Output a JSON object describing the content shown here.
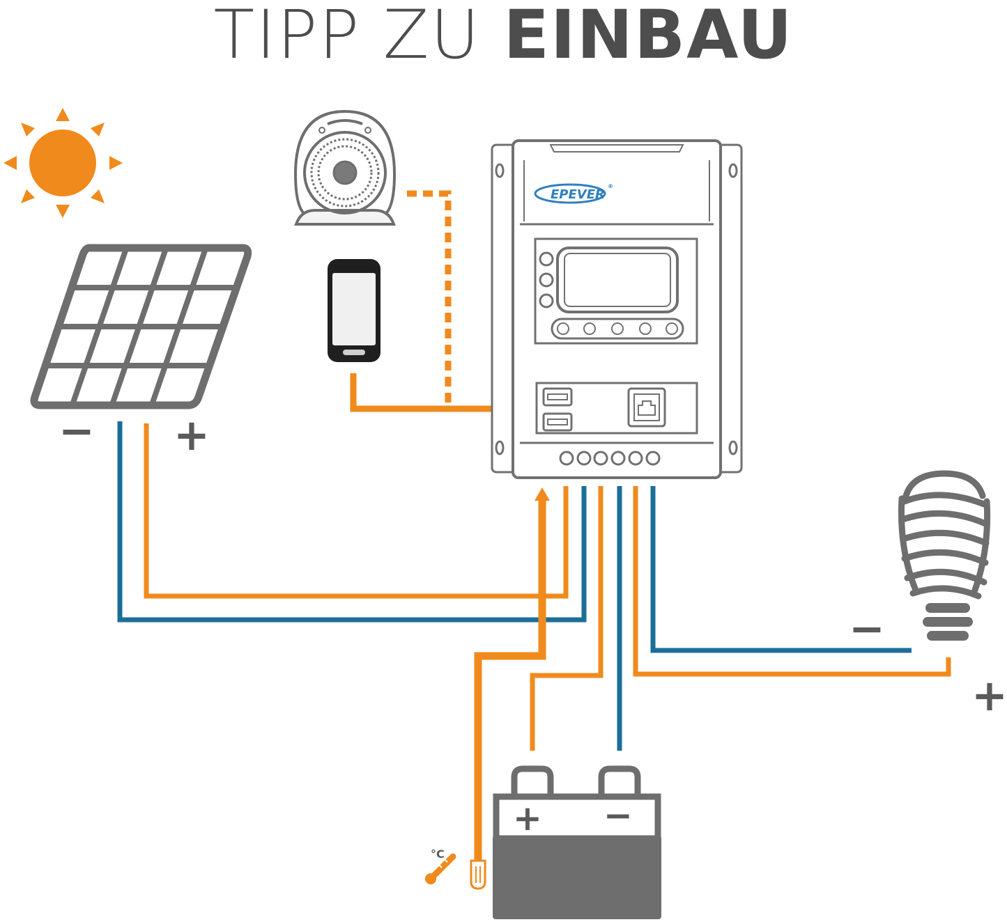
{
  "title": {
    "light": "TIPP ZU",
    "bold": "EINBAU"
  },
  "controller": {
    "brand": "EPEVER",
    "registered": "®"
  },
  "solar_panel": {
    "minus": "−",
    "plus": "+"
  },
  "load_lamp": {
    "minus": "−",
    "plus": "+"
  },
  "battery": {
    "plus": "+",
    "minus": "−"
  },
  "temp_sensor": {
    "unit": "°C"
  },
  "colors": {
    "positive_wire": "#f08a1c",
    "negative_wire": "#1b6e99",
    "device_gray": "#6e6e6e",
    "sun": "#f08a1c",
    "title": "#4d4d4d"
  }
}
